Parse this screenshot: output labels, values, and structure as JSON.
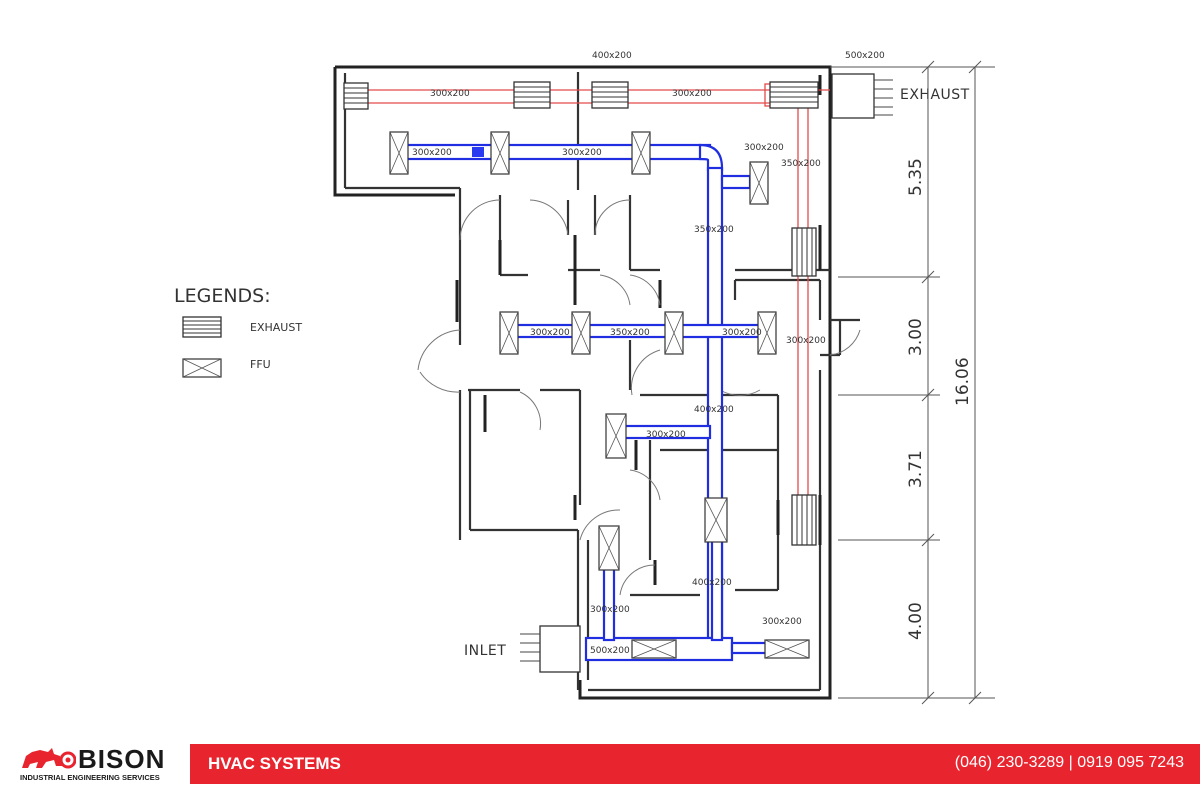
{
  "diagram": {
    "labels": {
      "exhaust": "EXHAUST",
      "inlet": "INLET",
      "legends_title": "LEGENDS:",
      "legend_exhaust": "EXHAUST",
      "legend_ffu": "FFU"
    },
    "duct_sizes": {
      "top_red_1": "300x200",
      "top_red_2": "300x200",
      "top_red_dim": "400x200",
      "exhaust_box_dim": "500x200",
      "blue_top_1": "300x200",
      "blue_top_2": "300x200",
      "blue_side_1": "300x200",
      "red_vertical": "350x200",
      "blue_vertical": "350x200",
      "mid_1": "300x200",
      "mid_2": "350x200",
      "mid_3": "300x200",
      "mid_right": "300x200",
      "lower_1": "400x200",
      "lower_2": "300x200",
      "lower_3": "400x200",
      "bottom_1": "300x200",
      "bottom_main": "500x200",
      "bottom_right": "300x200"
    },
    "dimensions": {
      "d1": "5.35",
      "d2": "3.00",
      "d3": "3.71",
      "d4": "4.00",
      "total": "16.06"
    }
  },
  "footer": {
    "brand": "BISON",
    "tagline": "INDUSTRIAL ENGINEERING SERVICES",
    "section_title": "HVAC SYSTEMS",
    "contact": "(046) 230-3289 | 0919 095 7243",
    "accent_color": "#e8252e"
  }
}
